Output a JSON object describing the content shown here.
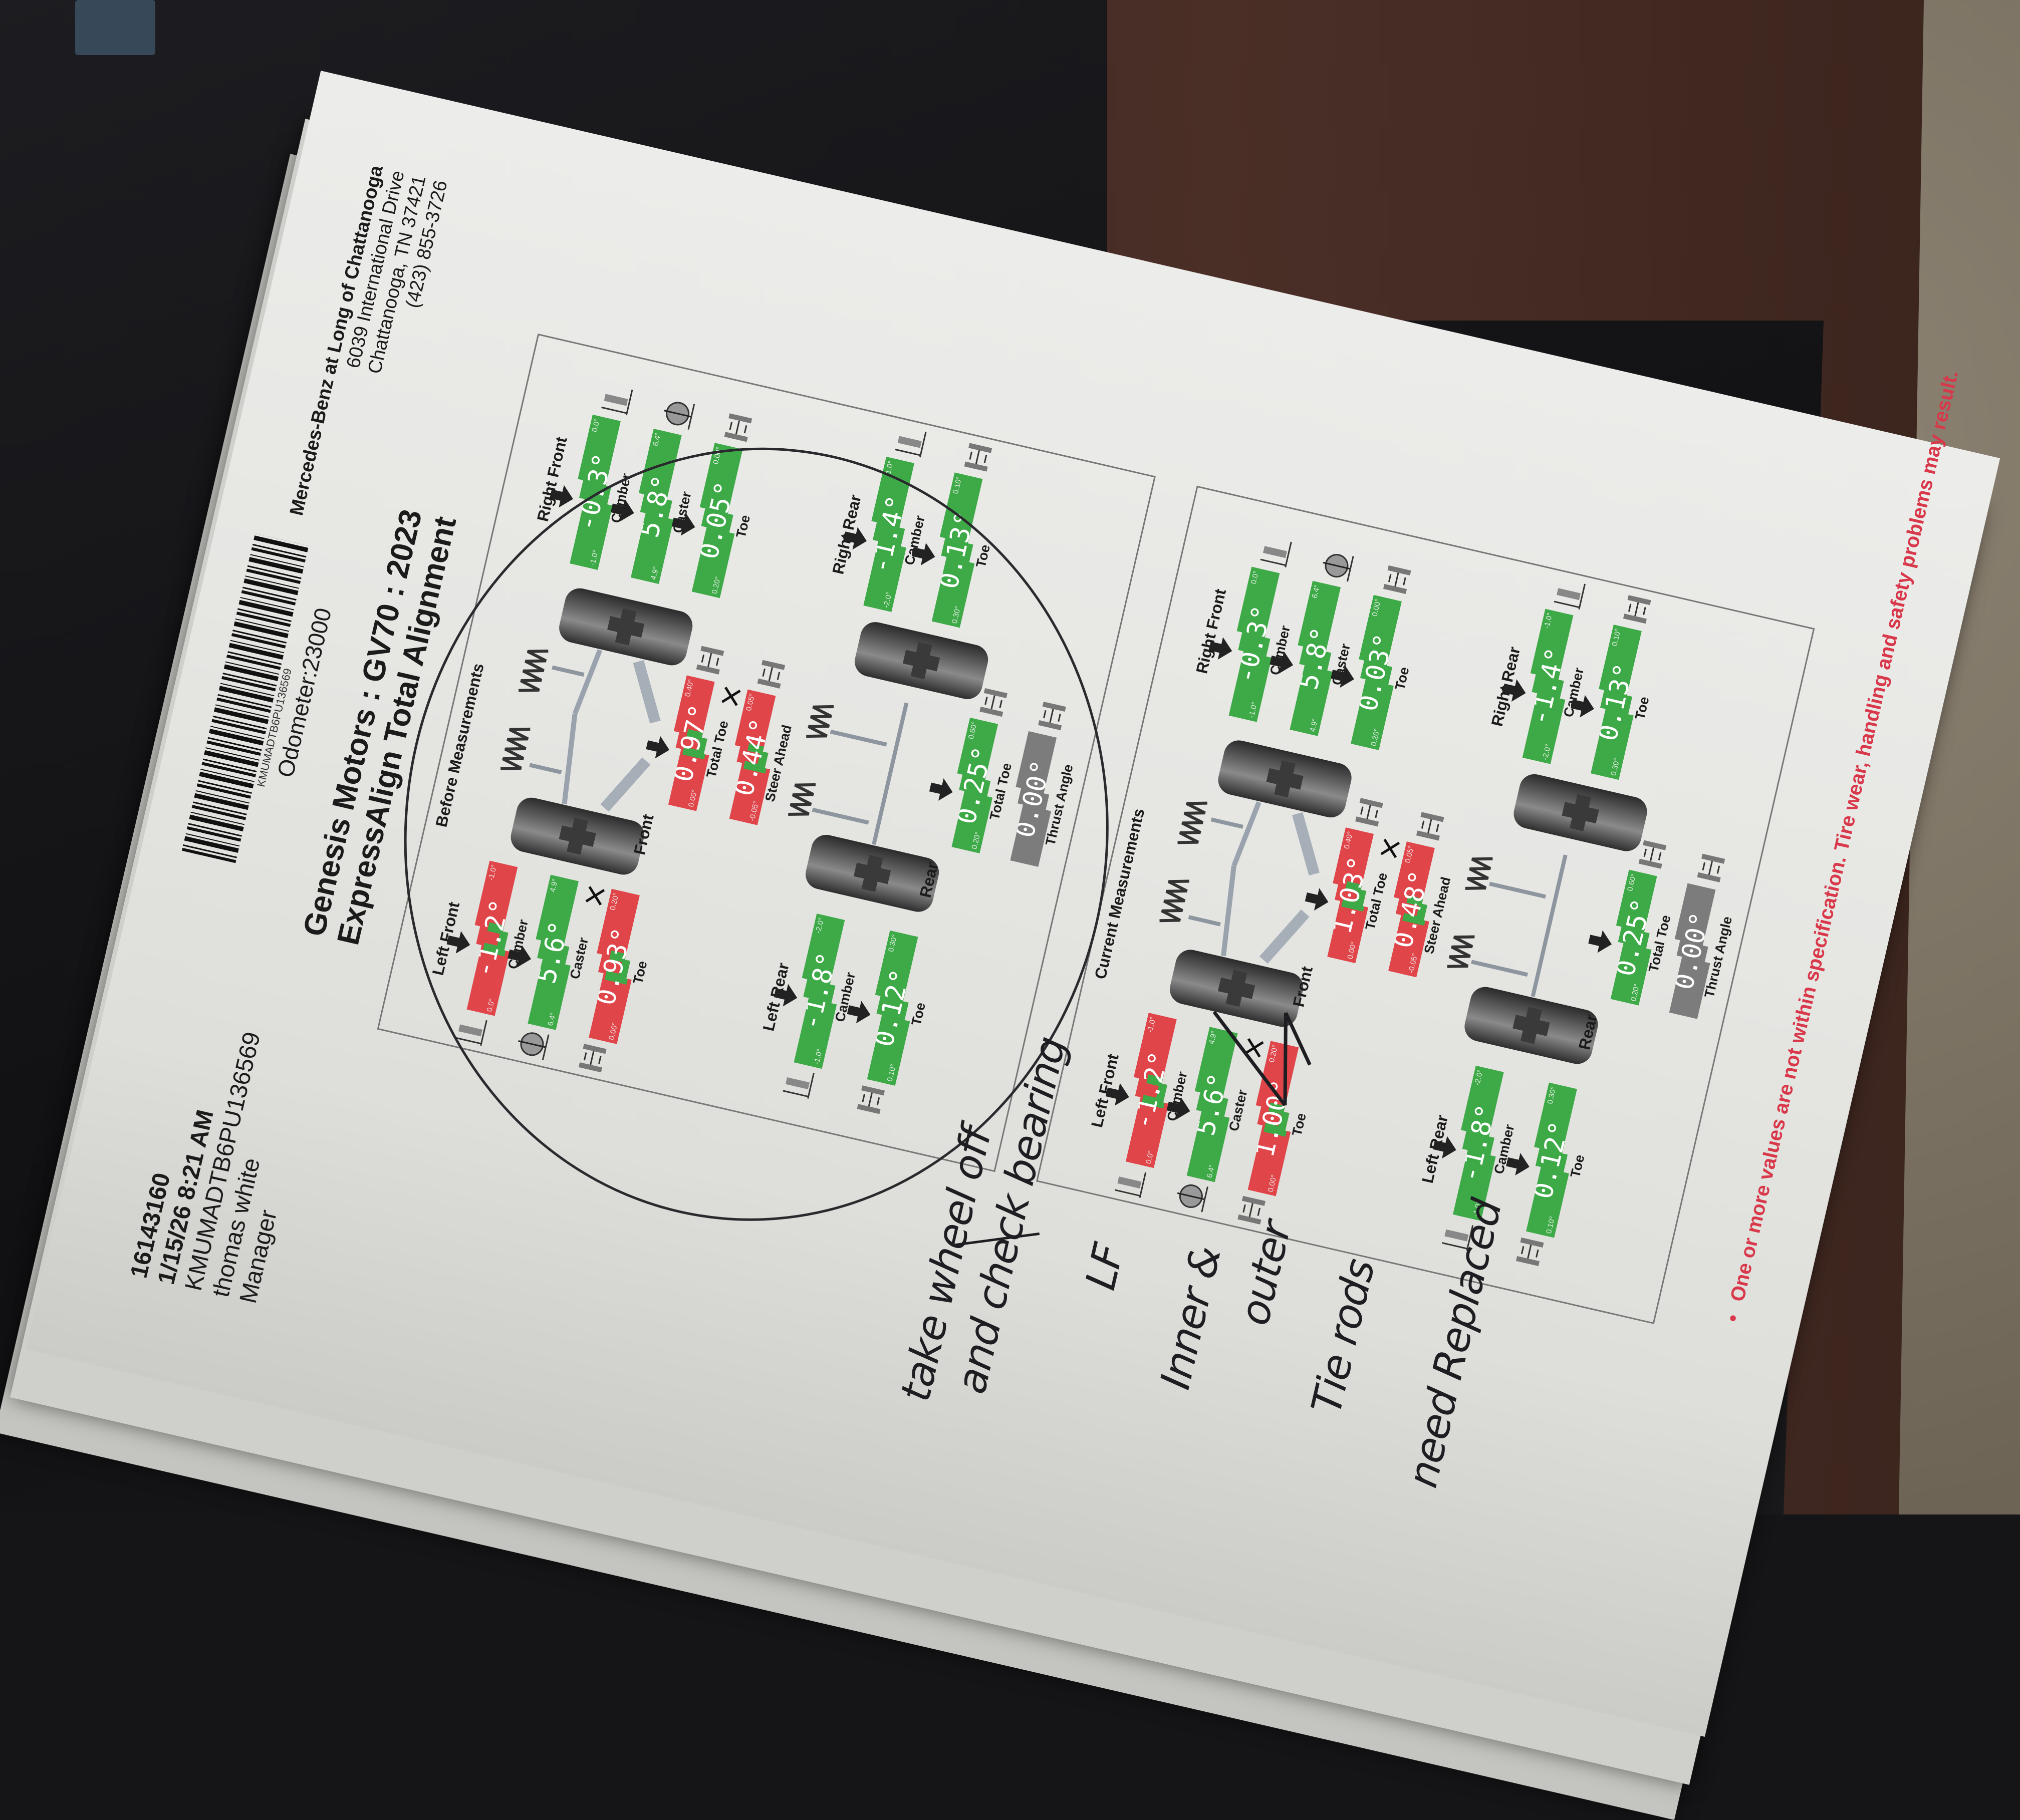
{
  "header": {
    "ro_number": "16143160",
    "datetime": "1/15/26 8:21 AM",
    "vin": "KMUMADTB6PU136569",
    "advisor": "thomas white",
    "role": "Manager"
  },
  "barcode": {
    "text": "KMUMADTB6PU136569"
  },
  "odometer": "Odometer:23000",
  "dealer": {
    "name": "Mercedes-Benz at Long of Chattanooga",
    "street": "6039 International Drive",
    "city": "Chattanooga, TN 37421",
    "phone": "(423) 855-3726"
  },
  "title": {
    "vehicle": "Genesis Motors : GV70 : 2023",
    "service": "ExpressAlign Total Alignment"
  },
  "colors": {
    "in_spec": "#3daa47",
    "out_of_spec": "#e0454a",
    "neutral": "#7c7c7c",
    "warning_text": "#d8384a"
  },
  "sections": [
    {
      "title": "Before Measurements",
      "left_front": {
        "label": "Left Front",
        "camber": {
          "label": "Camber",
          "value": "-1.2°",
          "min": "0.0°",
          "max": "-1.0°",
          "status": "out",
          "arrow": true,
          "flag": false
        },
        "caster": {
          "label": "Caster",
          "value": "5.6°",
          "min": "6.4°",
          "max": "4.9°",
          "status": "ok",
          "arrow": true,
          "flag": false
        },
        "toe": {
          "label": "Toe",
          "value": "0.93°",
          "min": "0.00°",
          "max": "0.20°",
          "status": "out",
          "arrow": false,
          "flag": true
        }
      },
      "right_front": {
        "label": "Right Front",
        "camber": {
          "label": "Camber",
          "value": "-0.3°",
          "min": "-1.0°",
          "max": "0.0°",
          "status": "ok",
          "arrow": true,
          "flag": false
        },
        "caster": {
          "label": "Caster",
          "value": "5.8°",
          "min": "4.9°",
          "max": "6.4°",
          "status": "ok",
          "arrow": true,
          "flag": false
        },
        "toe": {
          "label": "Toe",
          "value": "0.05°",
          "min": "0.20°",
          "max": "0.00°",
          "status": "ok",
          "arrow": true,
          "flag": false
        }
      },
      "front": {
        "label": "Front",
        "total_toe": {
          "label": "Total Toe",
          "value": "0.97°",
          "min": "0.00°",
          "max": "0.40°",
          "status": "out",
          "arrow": true,
          "flag": false
        },
        "steer_ahead": {
          "label": "Steer Ahead",
          "value": "0.44°",
          "min": "-0.05°",
          "max": "0.05°",
          "status": "out",
          "arrow": false,
          "flag": true
        }
      },
      "left_rear": {
        "label": "Left Rear",
        "camber": {
          "label": "Camber",
          "value": "-1.8°",
          "min": "-1.0°",
          "max": "-2.0°",
          "status": "ok",
          "arrow": true,
          "flag": false
        },
        "toe": {
          "label": "Toe",
          "value": "0.12°",
          "min": "0.10°",
          "max": "0.30°",
          "status": "ok",
          "arrow": true,
          "flag": false
        }
      },
      "right_rear": {
        "label": "Right Rear",
        "camber": {
          "label": "Camber",
          "value": "-1.4°",
          "min": "-2.0°",
          "max": "-1.0°",
          "status": "ok",
          "arrow": true,
          "flag": false
        },
        "toe": {
          "label": "Toe",
          "value": "0.13°",
          "min": "0.30°",
          "max": "0.10°",
          "status": "ok",
          "arrow": true,
          "flag": false
        }
      },
      "rear": {
        "label": "Rear",
        "total_toe": {
          "label": "Total Toe",
          "value": "0.25°",
          "min": "0.20°",
          "max": "0.60°",
          "status": "ok",
          "arrow": true,
          "flag": false
        },
        "thrust_angle": {
          "label": "Thrust Angle",
          "value": "0.00°",
          "status": "neutral",
          "arrow": false,
          "flag": false
        }
      }
    },
    {
      "title": "Current Measurements",
      "left_front": {
        "label": "Left Front",
        "camber": {
          "label": "Camber",
          "value": "-1.2°",
          "min": "0.0°",
          "max": "-1.0°",
          "status": "out",
          "arrow": true,
          "flag": false
        },
        "caster": {
          "label": "Caster",
          "value": "5.6°",
          "min": "6.4°",
          "max": "4.9°",
          "status": "ok",
          "arrow": true,
          "flag": false
        },
        "toe": {
          "label": "Toe",
          "value": "1.00°",
          "min": "0.00°",
          "max": "0.20°",
          "status": "out",
          "arrow": false,
          "flag": true
        }
      },
      "right_front": {
        "label": "Right Front",
        "camber": {
          "label": "Camber",
          "value": "-0.3°",
          "min": "-1.0°",
          "max": "0.0°",
          "status": "ok",
          "arrow": true,
          "flag": false
        },
        "caster": {
          "label": "Caster",
          "value": "5.8°",
          "min": "4.9°",
          "max": "6.4°",
          "status": "ok",
          "arrow": true,
          "flag": false
        },
        "toe": {
          "label": "Toe",
          "value": "0.03°",
          "min": "0.20°",
          "max": "0.00°",
          "status": "ok",
          "arrow": true,
          "flag": false
        }
      },
      "front": {
        "label": "Front",
        "total_toe": {
          "label": "Total Toe",
          "value": "1.03°",
          "min": "0.00°",
          "max": "0.40°",
          "status": "out",
          "arrow": true,
          "flag": false
        },
        "steer_ahead": {
          "label": "Steer Ahead",
          "value": "0.48°",
          "min": "-0.05°",
          "max": "0.05°",
          "status": "out",
          "arrow": false,
          "flag": true
        }
      },
      "left_rear": {
        "label": "Left Rear",
        "camber": {
          "label": "Camber",
          "value": "-1.8°",
          "min": "-1.0°",
          "max": "-2.0°",
          "status": "ok",
          "arrow": true,
          "flag": false
        },
        "toe": {
          "label": "Toe",
          "value": "0.12°",
          "min": "0.10°",
          "max": "0.30°",
          "status": "ok",
          "arrow": true,
          "flag": false
        }
      },
      "right_rear": {
        "label": "Right Rear",
        "camber": {
          "label": "Camber",
          "value": "-1.4°",
          "min": "-2.0°",
          "max": "-1.0°",
          "status": "ok",
          "arrow": true,
          "flag": false
        },
        "toe": {
          "label": "Toe",
          "value": "0.13°",
          "min": "0.30°",
          "max": "0.10°",
          "status": "ok",
          "arrow": true,
          "flag": false
        }
      },
      "rear": {
        "label": "Rear",
        "total_toe": {
          "label": "Total Toe",
          "value": "0.25°",
          "min": "0.20°",
          "max": "0.60°",
          "status": "ok",
          "arrow": true,
          "flag": false
        },
        "thrust_angle": {
          "label": "Thrust Angle",
          "value": "0.00°",
          "status": "neutral",
          "arrow": false,
          "flag": false
        }
      }
    }
  ],
  "handwritten_notes": [
    "take wheel off",
    "and check bearing",
    "LF",
    "Inner &",
    "outer",
    "Tie rods",
    "need Replaced"
  ],
  "footer": {
    "bullet": "•",
    "warning": "One or more values are not within specification.  Tire wear, handling and safety problems may result."
  }
}
